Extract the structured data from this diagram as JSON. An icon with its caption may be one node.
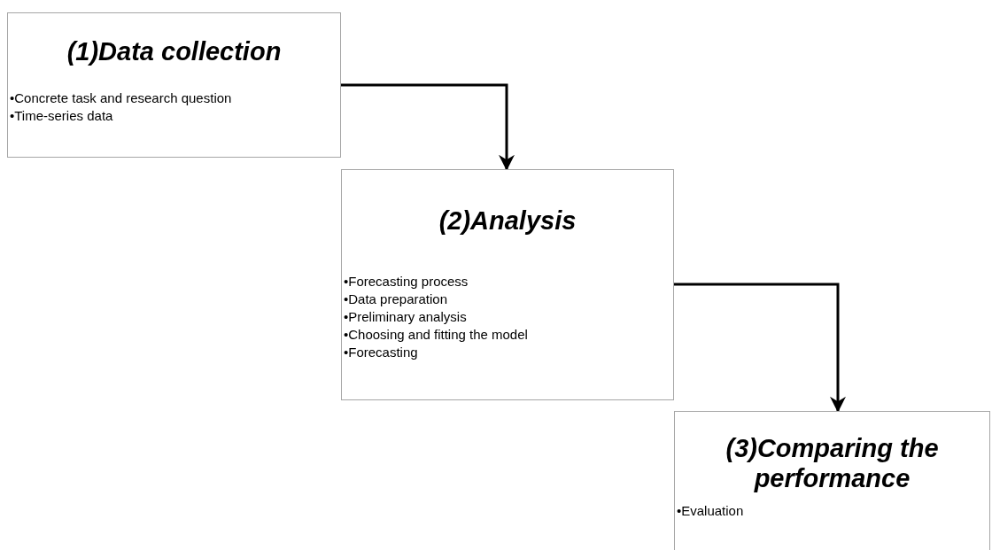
{
  "diagram": {
    "nodes": [
      {
        "text": [
          "(1)Data collection",
          "•Concrete task and research question",
          "•Time-series data"
        ]
      },
      {
        "text": [
          "(2)Analysis",
          "•Forecasting process",
          "•Data preparation",
          "•Preliminary analysis",
          "•Choosing and fitting the model",
          "•Forecasting"
        ]
      },
      {
        "text": [
          "(3)Comparing the performance",
          "•Evaluation"
        ]
      }
    ],
    "edges": [
      {
        "from": 0,
        "to": 1,
        "arrow": "to"
      },
      {
        "from": 1,
        "to": 2,
        "arrow": "to"
      }
    ]
  }
}
